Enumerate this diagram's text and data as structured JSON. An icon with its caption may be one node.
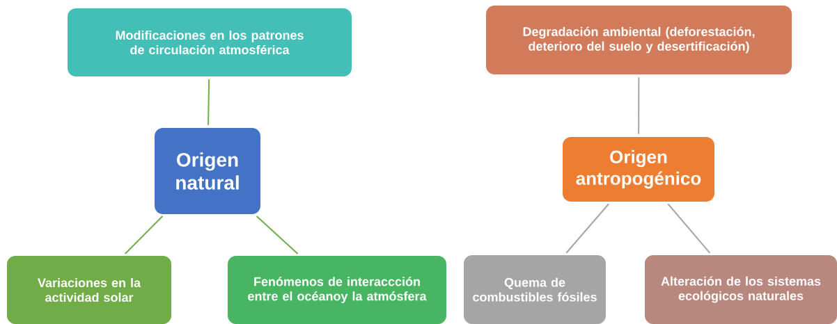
{
  "diagram": {
    "nodes": [
      {
        "text": [
          "Modificaciones en los patrones de circulación atmosférica"
        ]
      },
      {
        "text": [
          "Origen natural"
        ]
      },
      {
        "text": [
          "Variaciones en la actividad solar"
        ]
      },
      {
        "text": [
          "Fenómenos de interaccción entre el océanoy la atmósfera"
        ]
      },
      {
        "text": [
          "Degradación ambiental (deforestación, deterioro del suelo y desertificación)"
        ]
      },
      {
        "text": [
          "Origen antropogénico"
        ]
      },
      {
        "text": [
          "Quema de combustibles fósiles"
        ]
      },
      {
        "text": [
          "Alteración de los sistemas ecológicos naturales"
        ]
      }
    ],
    "edges": [
      {
        "from": 0,
        "to": 1,
        "arrow": "none",
        "color": "#70ad47"
      },
      {
        "from": 1,
        "to": 2,
        "arrow": "none",
        "color": "#70ad47"
      },
      {
        "from": 1,
        "to": 3,
        "arrow": "none",
        "color": "#70ad47"
      },
      {
        "from": 4,
        "to": 5,
        "arrow": "none",
        "color": "#a5a5a5"
      },
      {
        "from": 5,
        "to": 6,
        "arrow": "none",
        "color": "#a5a5a5"
      },
      {
        "from": 5,
        "to": 7,
        "arrow": "none",
        "color": "#a5a5a5"
      }
    ]
  }
}
